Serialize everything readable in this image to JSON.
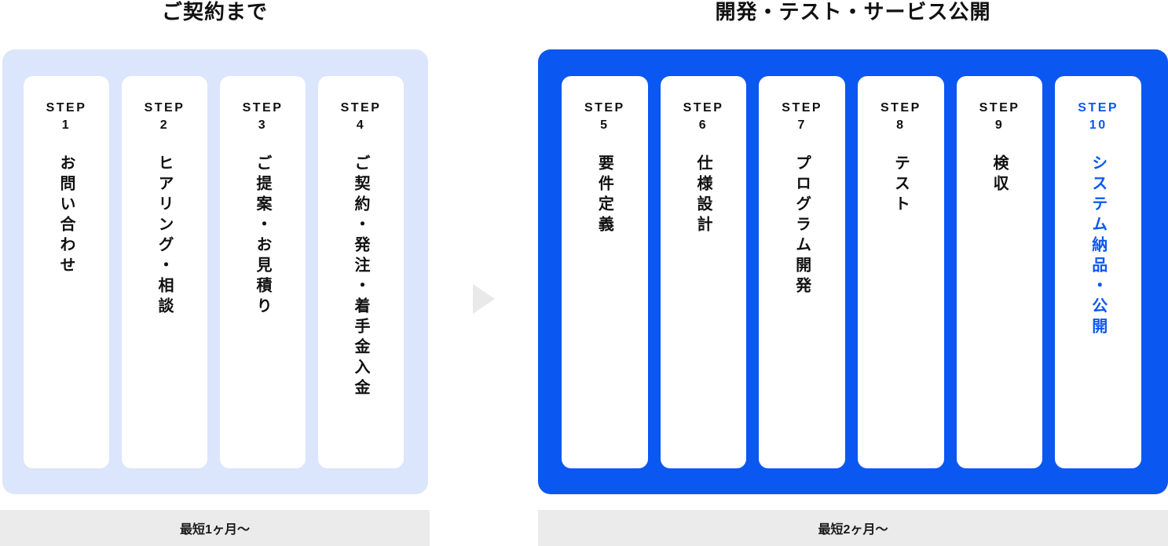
{
  "colors": {
    "accent_blue": "#0b57f2",
    "panel_light_blue": "#dbe5fb",
    "duration_bar_gray": "#ebebeb",
    "arrow_gray": "#e9e9e9",
    "text_black": "#111111"
  },
  "arrow": {
    "icon": "right-triangle"
  },
  "sections": [
    {
      "title": "ご契約まで",
      "duration": "最短1ヶ月〜",
      "steps": [
        {
          "label": "STEP",
          "number": "1",
          "text": "お問い合わせ",
          "highlighted": false
        },
        {
          "label": "STEP",
          "number": "2",
          "text": "ヒアリング・相談",
          "highlighted": false
        },
        {
          "label": "STEP",
          "number": "3",
          "text": "ご提案・お見積り",
          "highlighted": false
        },
        {
          "label": "STEP",
          "number": "4",
          "text": "ご契約・発注・着手金入金",
          "highlighted": false
        }
      ]
    },
    {
      "title": "開発・テスト・サービス公開",
      "duration": "最短2ヶ月〜",
      "steps": [
        {
          "label": "STEP",
          "number": "5",
          "text": "要件定義",
          "highlighted": false
        },
        {
          "label": "STEP",
          "number": "6",
          "text": "仕様設計",
          "highlighted": false
        },
        {
          "label": "STEP",
          "number": "7",
          "text": "プログラム開発",
          "highlighted": false
        },
        {
          "label": "STEP",
          "number": "8",
          "text": "テスト",
          "highlighted": false
        },
        {
          "label": "STEP",
          "number": "9",
          "text": "検収",
          "highlighted": false
        },
        {
          "label": "STEP",
          "number": "10",
          "text": "システム納品・公開",
          "highlighted": true
        }
      ]
    }
  ]
}
